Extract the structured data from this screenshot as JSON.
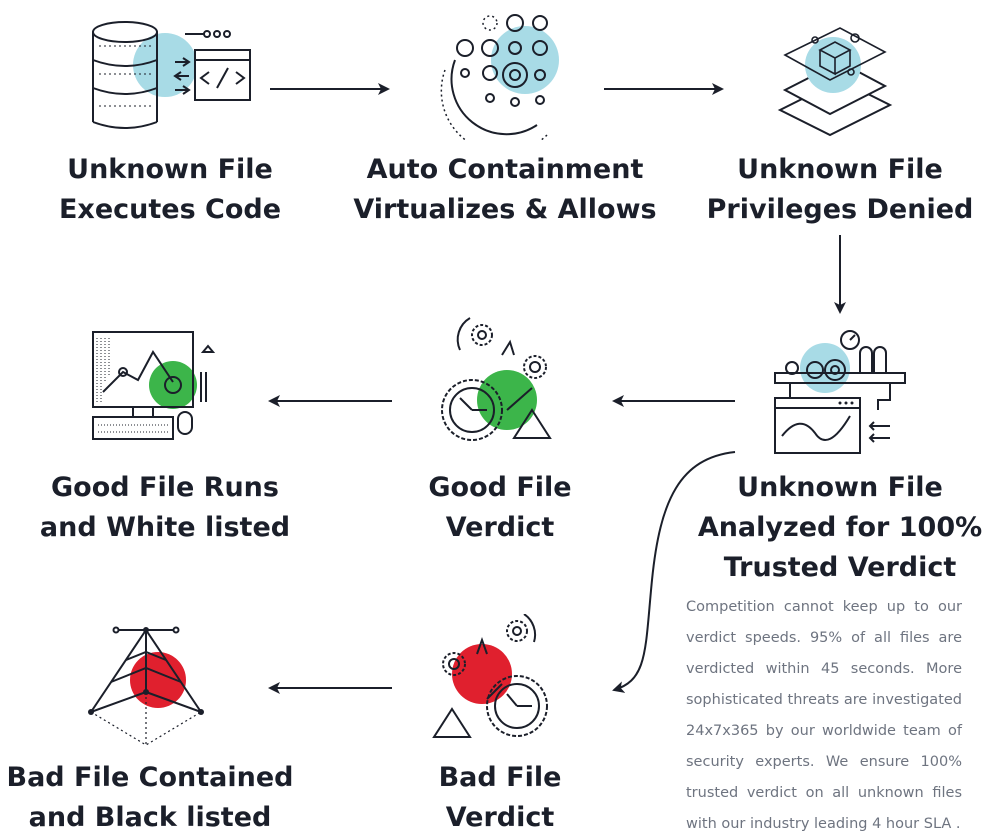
{
  "steps": [
    {
      "id": "unknown-file-executes-code",
      "line1": "Unknown File",
      "line2": "Executes Code"
    },
    {
      "id": "auto-containment",
      "line1": "Auto Containment",
      "line2": "Virtualizes & Allows"
    },
    {
      "id": "privileges-denied",
      "line1": "Unknown File",
      "line2": "Privileges Denied"
    },
    {
      "id": "analyzed",
      "line1": "Unknown File",
      "line2": "Analyzed for 100%",
      "line3": "Trusted Verdict"
    },
    {
      "id": "good-verdict",
      "line1": "Good File",
      "line2": "Verdict"
    },
    {
      "id": "good-runs",
      "line1": "Good File Runs",
      "line2": "and White listed"
    },
    {
      "id": "bad-verdict",
      "line1": "Bad File",
      "line2": "Verdict"
    },
    {
      "id": "bad-contained",
      "line1": "Bad File Contained",
      "line2": "and Black listed"
    }
  ],
  "description": "Competition cannot keep up to our verdict speeds. 95% of all files are verdicted within 45 seconds. More sophisticated threats are investigated 24x7x365 by our worldwide team of security experts. We ensure 100% trusted verdict on all unknown files with our industry leading 4 hour SLA .",
  "colors": {
    "text": "#1b1f2a",
    "neutral_accent": "#a8dbe6",
    "good_accent": "#3cb54a",
    "bad_accent": "#e0202e",
    "description_text": "#6e7480"
  },
  "icons": {
    "step1": "database-code-icon",
    "step2": "gears-cluster-icon",
    "step3": "layered-cube-icon",
    "step4": "analysis-machine-icon",
    "step5": "good-gears-icon",
    "step6": "computer-chart-icon",
    "step7": "bad-gears-icon",
    "step8": "pyramid-icon"
  }
}
